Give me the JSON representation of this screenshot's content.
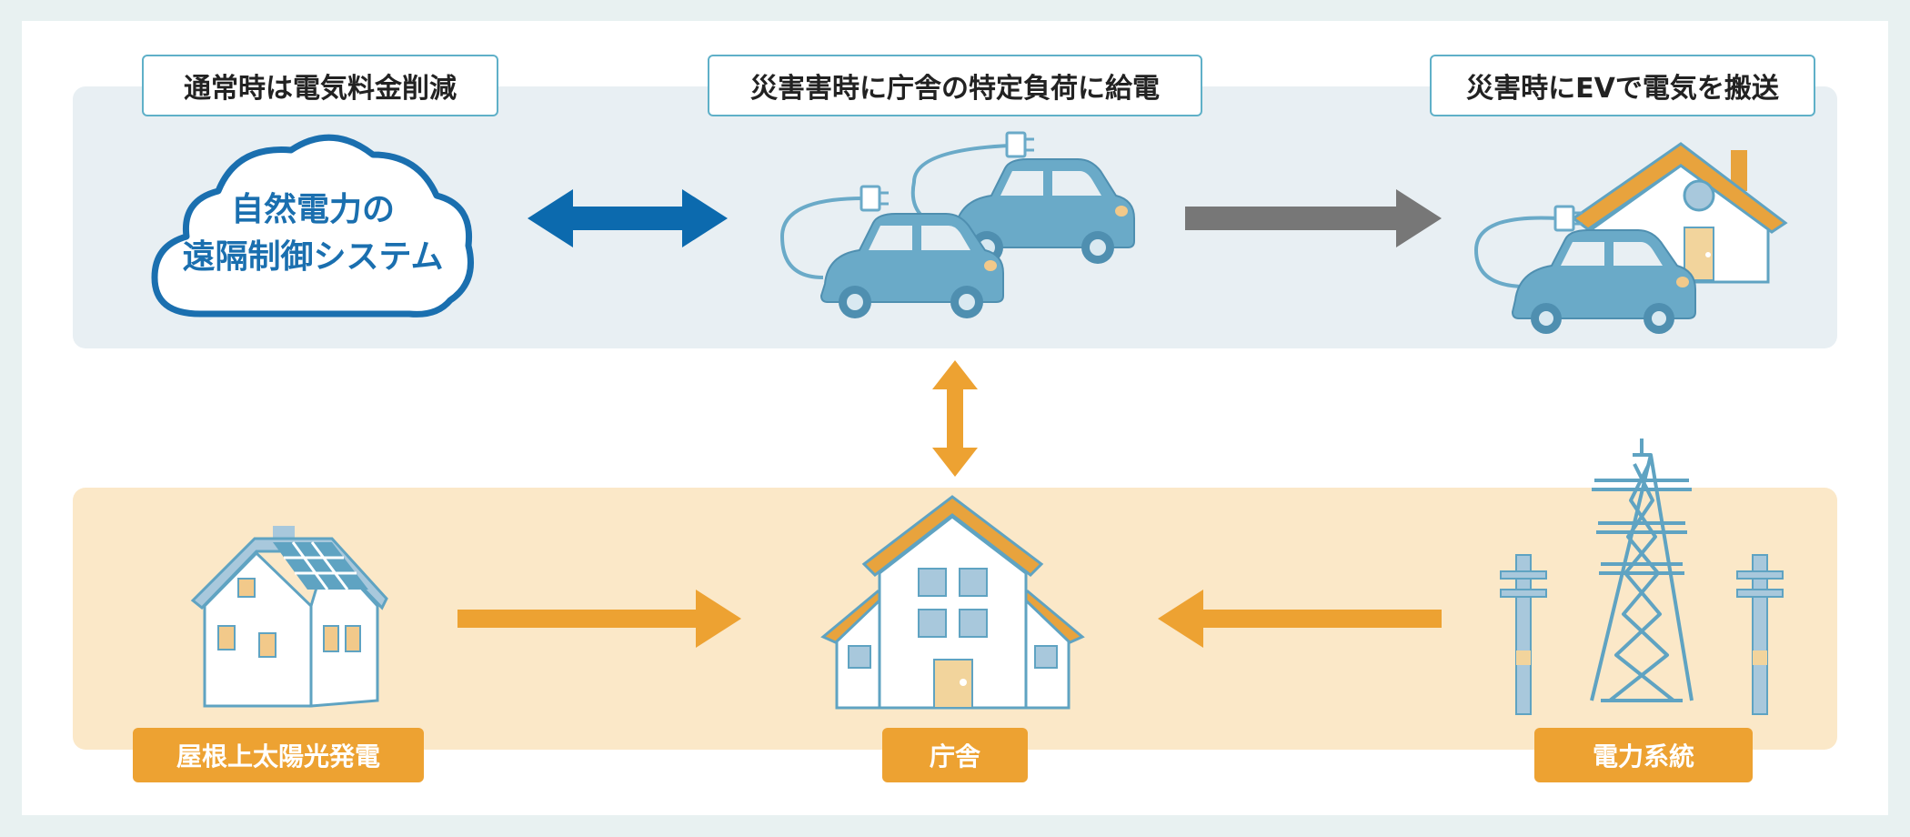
{
  "top_labels": {
    "cost_reduction": "通常時は電気料金削減",
    "disaster_supply": "災害害時に庁舎の特定負荷に給電",
    "ev_transport": "災害時にEVで電気を搬送"
  },
  "cloud": {
    "line1": "自然電力の",
    "line2": "遠隔制御システム"
  },
  "bottom_tags": {
    "solar": "屋根上太陽光発電",
    "office": "庁舎",
    "grid": "電力系統"
  },
  "colors": {
    "blue_arrow": "#0c6aae",
    "gray_arrow": "#777777",
    "orange_arrow": "#eda232",
    "car_body": "#6aaac8",
    "roof_orange": "#e8a33d",
    "top_band": "#e8eff3",
    "bottom_band": "#fbe8c8"
  }
}
